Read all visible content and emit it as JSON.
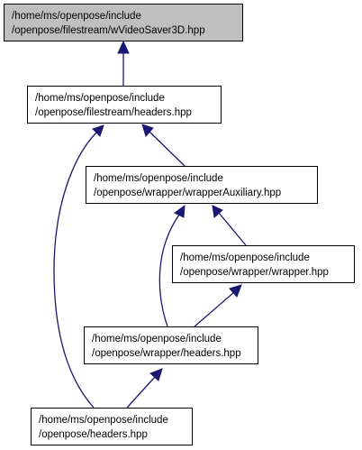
{
  "colors": {
    "highlighted_node_fill": "#bfbfbf",
    "node_fill": "#ffffff",
    "node_border": "#000000",
    "edge_color": "#191970"
  },
  "nodes": [
    {
      "id": "wvideosaver3d",
      "line1": "/home/ms/openpose/include",
      "line2": "/openpose/filestream/wVideoSaver3D.hpp",
      "highlighted": true
    },
    {
      "id": "filestream_headers",
      "line1": "/home/ms/openpose/include",
      "line2": "/openpose/filestream/headers.hpp",
      "highlighted": false
    },
    {
      "id": "wrapper_auxiliary",
      "line1": "/home/ms/openpose/include",
      "line2": "/openpose/wrapper/wrapperAuxiliary.hpp",
      "highlighted": false
    },
    {
      "id": "wrapper_wrapper",
      "line1": "/home/ms/openpose/include",
      "line2": "/openpose/wrapper/wrapper.hpp",
      "highlighted": false
    },
    {
      "id": "wrapper_headers",
      "line1": "/home/ms/openpose/include",
      "line2": "/openpose/wrapper/headers.hpp",
      "highlighted": false
    },
    {
      "id": "openpose_headers",
      "line1": "/home/ms/openpose/include",
      "line2": "/openpose/headers.hpp",
      "highlighted": false
    }
  ],
  "edges": [
    {
      "from": "filestream_headers",
      "to": "wvideosaver3d"
    },
    {
      "from": "wrapper_auxiliary",
      "to": "filestream_headers"
    },
    {
      "from": "openpose_headers",
      "to": "filestream_headers"
    },
    {
      "from": "wrapper_wrapper",
      "to": "wrapper_auxiliary"
    },
    {
      "from": "wrapper_headers",
      "to": "wrapper_auxiliary"
    },
    {
      "from": "wrapper_headers",
      "to": "wrapper_wrapper"
    },
    {
      "from": "openpose_headers",
      "to": "wrapper_headers"
    }
  ]
}
